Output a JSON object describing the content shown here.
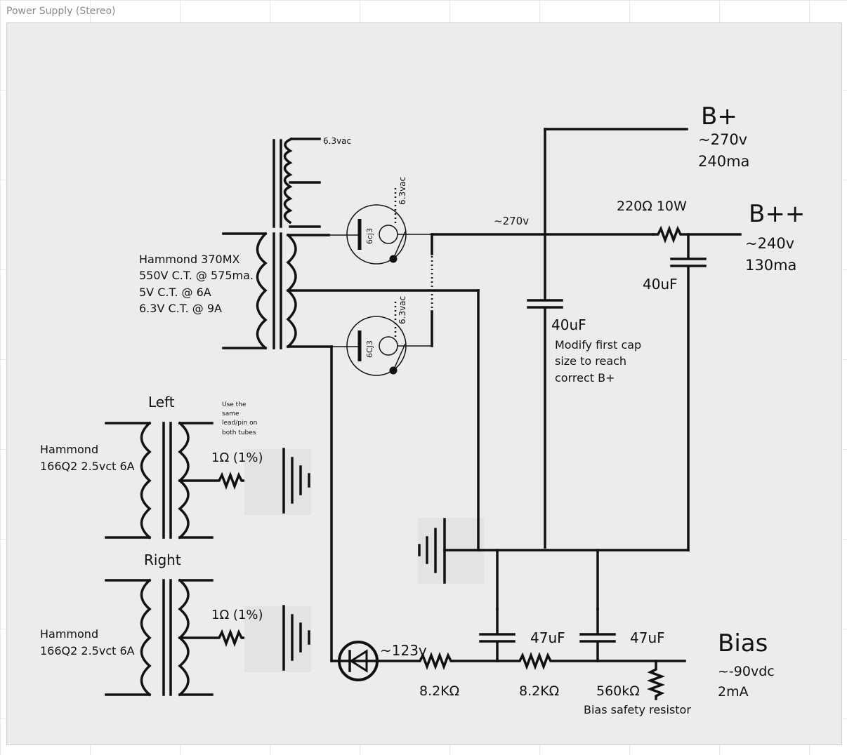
{
  "page": {
    "title": "Power Supply (Stereo)"
  },
  "labels": {
    "filament_vac": "6.3vac",
    "tube_upper_heater": "6.3vac",
    "tube_lower_heater": "6.3vac",
    "tube_upper_name": "6cj3",
    "tube_lower_name": "6CJ3",
    "pt_name": "Hammond 370MX",
    "pt_spec1": "550V C.T. @ 575ma.",
    "pt_spec2": "5V C.T. @ 6A",
    "pt_spec3": "6.3V C.T. @ 9A",
    "rail_270": "~270v",
    "bplus_title": "B+",
    "bplus_volts": "~270v",
    "bplus_current": "240ma",
    "bpp_title": "B++",
    "bpp_volts": "~240v",
    "bpp_current": "130ma",
    "res_220": "220Ω 10W",
    "cap_40_right": "40uF",
    "cap_40_first": "40uF",
    "note_1": "Modify first cap",
    "note_2": "size to reach",
    "note_3": "correct B+",
    "left_title": "Left",
    "right_title": "Right",
    "note_same_1": "Use the",
    "note_same_2": "same",
    "note_same_3": "lead/pin on",
    "note_same_4": "both tubes",
    "ft_left_1": "Hammond",
    "ft_left_2": "166Q2 2.5vct 6A",
    "ft_right_1": "Hammond",
    "ft_right_2": "166Q2 2.5vct 6A",
    "res_1ohm_left": "1Ω (1%)",
    "res_1ohm_right": "1Ω (1%)",
    "bias_123": "~123v",
    "res_82k_1": "8.2KΩ",
    "res_82k_2": "8.2KΩ",
    "cap_47_1": "47uF",
    "cap_47_2": "47uF",
    "bias_title": "Bias",
    "bias_volts": "~-90vdc",
    "bias_current": "2mA",
    "res_560k": "560kΩ",
    "bias_safety": "Bias safety resistor"
  }
}
